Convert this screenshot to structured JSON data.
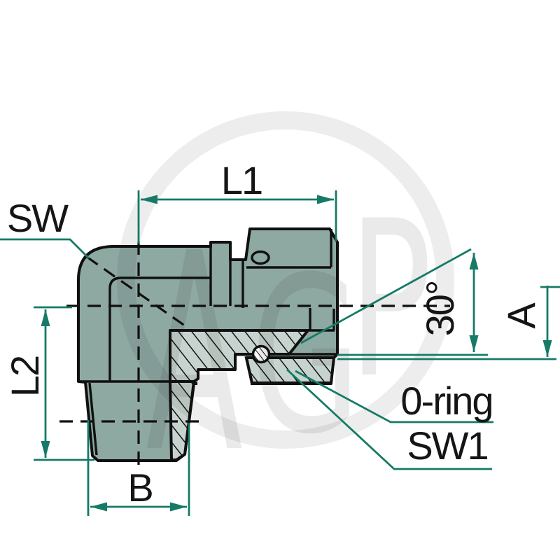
{
  "drawing": {
    "type": "technical-drawing",
    "subject": "90-degree elbow hydraulic fitting, male stud x female swivel nut, section view",
    "labels": {
      "l1": "L1",
      "sw": "SW",
      "l2": "L2",
      "b": "B",
      "angle": "30°",
      "a": "A",
      "oring": "0-ring",
      "sw1": "SW1"
    },
    "watermark": {
      "letter_a": "A",
      "letter_g": "G",
      "letter_p": "P"
    },
    "colors": {
      "dimension_teal": "#157a66",
      "body_fill": "#8EA8A2",
      "section_fill": "#C7D3CE",
      "outline": "#101010",
      "background": "#ffffff"
    }
  }
}
